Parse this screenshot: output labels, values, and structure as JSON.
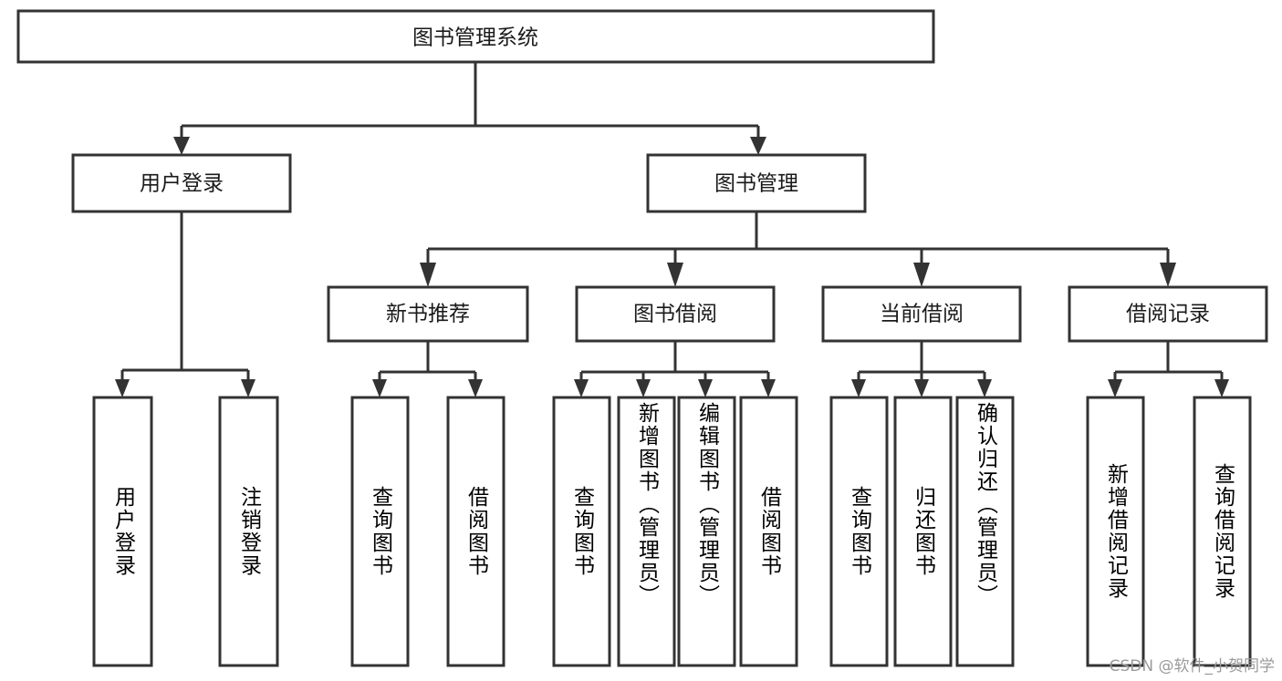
{
  "diagram": {
    "type": "tree-hierarchy",
    "title": "图书管理系统",
    "watermark": "CSDN @软件_小贺同学",
    "colors": {
      "stroke": "#333333",
      "fill": "#ffffff",
      "text": "#1a1a1a",
      "watermark": "#9a9a9a",
      "background": "#ffffff"
    },
    "levels": {
      "level1": [
        "图书管理系统"
      ],
      "level2": [
        "用户登录",
        "图书管理"
      ],
      "level3": [
        "新书推荐",
        "图书借阅",
        "当前借阅",
        "借阅记录"
      ],
      "level4": [
        "用户登录",
        "注销登录",
        "查询图书",
        "借阅图书",
        "查询图书",
        "新增图书（管理员）",
        "编辑图书（管理员）",
        "借阅图书",
        "查询图书",
        "归还图书",
        "确认归还（管理员）",
        "新增借阅记录",
        "查询借阅记录"
      ]
    },
    "nodes": {
      "root": {
        "label": "图书管理系统"
      },
      "user_login": {
        "label": "用户登录"
      },
      "book_manage": {
        "label": "图书管理"
      },
      "new_book_rec": {
        "label": "新书推荐"
      },
      "book_borrow": {
        "label": "图书借阅"
      },
      "current_borrow": {
        "label": "当前借阅"
      },
      "borrow_record": {
        "label": "借阅记录"
      },
      "leaf_user_login": {
        "label": "用户登录"
      },
      "leaf_logout": {
        "label": "注销登录"
      },
      "leaf_query_book_1": {
        "label": "查询图书"
      },
      "leaf_borrow_book_1": {
        "label": "借阅图书"
      },
      "leaf_query_book_2": {
        "label": "查询图书"
      },
      "leaf_add_book": {
        "label": "新增图书（管理员）"
      },
      "leaf_edit_book": {
        "label": "编辑图书（管理员）"
      },
      "leaf_borrow_book_2": {
        "label": "借阅图书"
      },
      "leaf_query_book_3": {
        "label": "查询图书"
      },
      "leaf_return_book": {
        "label": "归还图书"
      },
      "leaf_confirm_return": {
        "label": "确认归还（管理员）"
      },
      "leaf_add_record": {
        "label": "新增借阅记录"
      },
      "leaf_query_record": {
        "label": "查询借阅记录"
      }
    },
    "edges": [
      {
        "from": "root",
        "to": "user_login"
      },
      {
        "from": "root",
        "to": "book_manage"
      },
      {
        "from": "user_login",
        "to": "leaf_user_login"
      },
      {
        "from": "user_login",
        "to": "leaf_logout"
      },
      {
        "from": "book_manage",
        "to": "new_book_rec"
      },
      {
        "from": "book_manage",
        "to": "book_borrow"
      },
      {
        "from": "book_manage",
        "to": "current_borrow"
      },
      {
        "from": "book_manage",
        "to": "borrow_record"
      },
      {
        "from": "new_book_rec",
        "to": "leaf_query_book_1"
      },
      {
        "from": "new_book_rec",
        "to": "leaf_borrow_book_1"
      },
      {
        "from": "book_borrow",
        "to": "leaf_query_book_2"
      },
      {
        "from": "book_borrow",
        "to": "leaf_add_book"
      },
      {
        "from": "book_borrow",
        "to": "leaf_edit_book"
      },
      {
        "from": "book_borrow",
        "to": "leaf_borrow_book_2"
      },
      {
        "from": "current_borrow",
        "to": "leaf_query_book_3"
      },
      {
        "from": "current_borrow",
        "to": "leaf_return_book"
      },
      {
        "from": "current_borrow",
        "to": "leaf_confirm_return"
      },
      {
        "from": "borrow_record",
        "to": "leaf_add_record"
      },
      {
        "from": "borrow_record",
        "to": "leaf_query_record"
      }
    ]
  }
}
